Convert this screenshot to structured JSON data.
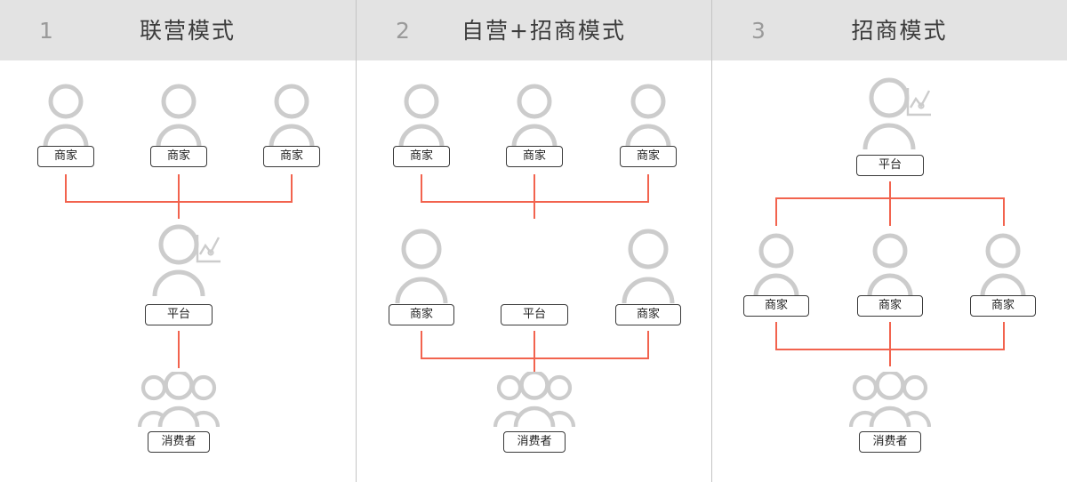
{
  "panels": [
    {
      "number": "1",
      "title": "联营模式",
      "nodes": {
        "merchant_top_1": "商家",
        "merchant_top_2": "商家",
        "merchant_top_3": "商家",
        "platform": "平台",
        "consumer": "消费者"
      },
      "icons": {
        "merchant": "person-icon",
        "platform": "person-with-chart-icon",
        "consumer": "people-group-icon"
      }
    },
    {
      "number": "2",
      "title": "自营+招商模式",
      "nodes": {
        "merchant_top_1": "商家",
        "merchant_top_2": "商家",
        "merchant_top_3": "商家",
        "merchant_mid_left": "商家",
        "platform": "平台",
        "merchant_mid_right": "商家",
        "consumer": "消费者"
      },
      "icons": {
        "merchant": "person-icon",
        "consumer": "people-group-icon"
      }
    },
    {
      "number": "3",
      "title": "招商模式",
      "nodes": {
        "platform": "平台",
        "merchant_1": "商家",
        "merchant_2": "商家",
        "merchant_3": "商家",
        "consumer": "消费者"
      },
      "icons": {
        "platform": "person-with-chart-icon",
        "merchant": "person-icon",
        "consumer": "people-group-icon"
      }
    }
  ],
  "colors": {
    "connector": "#f2634e",
    "header_bg": "#e3e3e3",
    "icon_gray": "#cccccc",
    "title_text": "#3c3c3c",
    "number_text": "#9a9a9a"
  }
}
